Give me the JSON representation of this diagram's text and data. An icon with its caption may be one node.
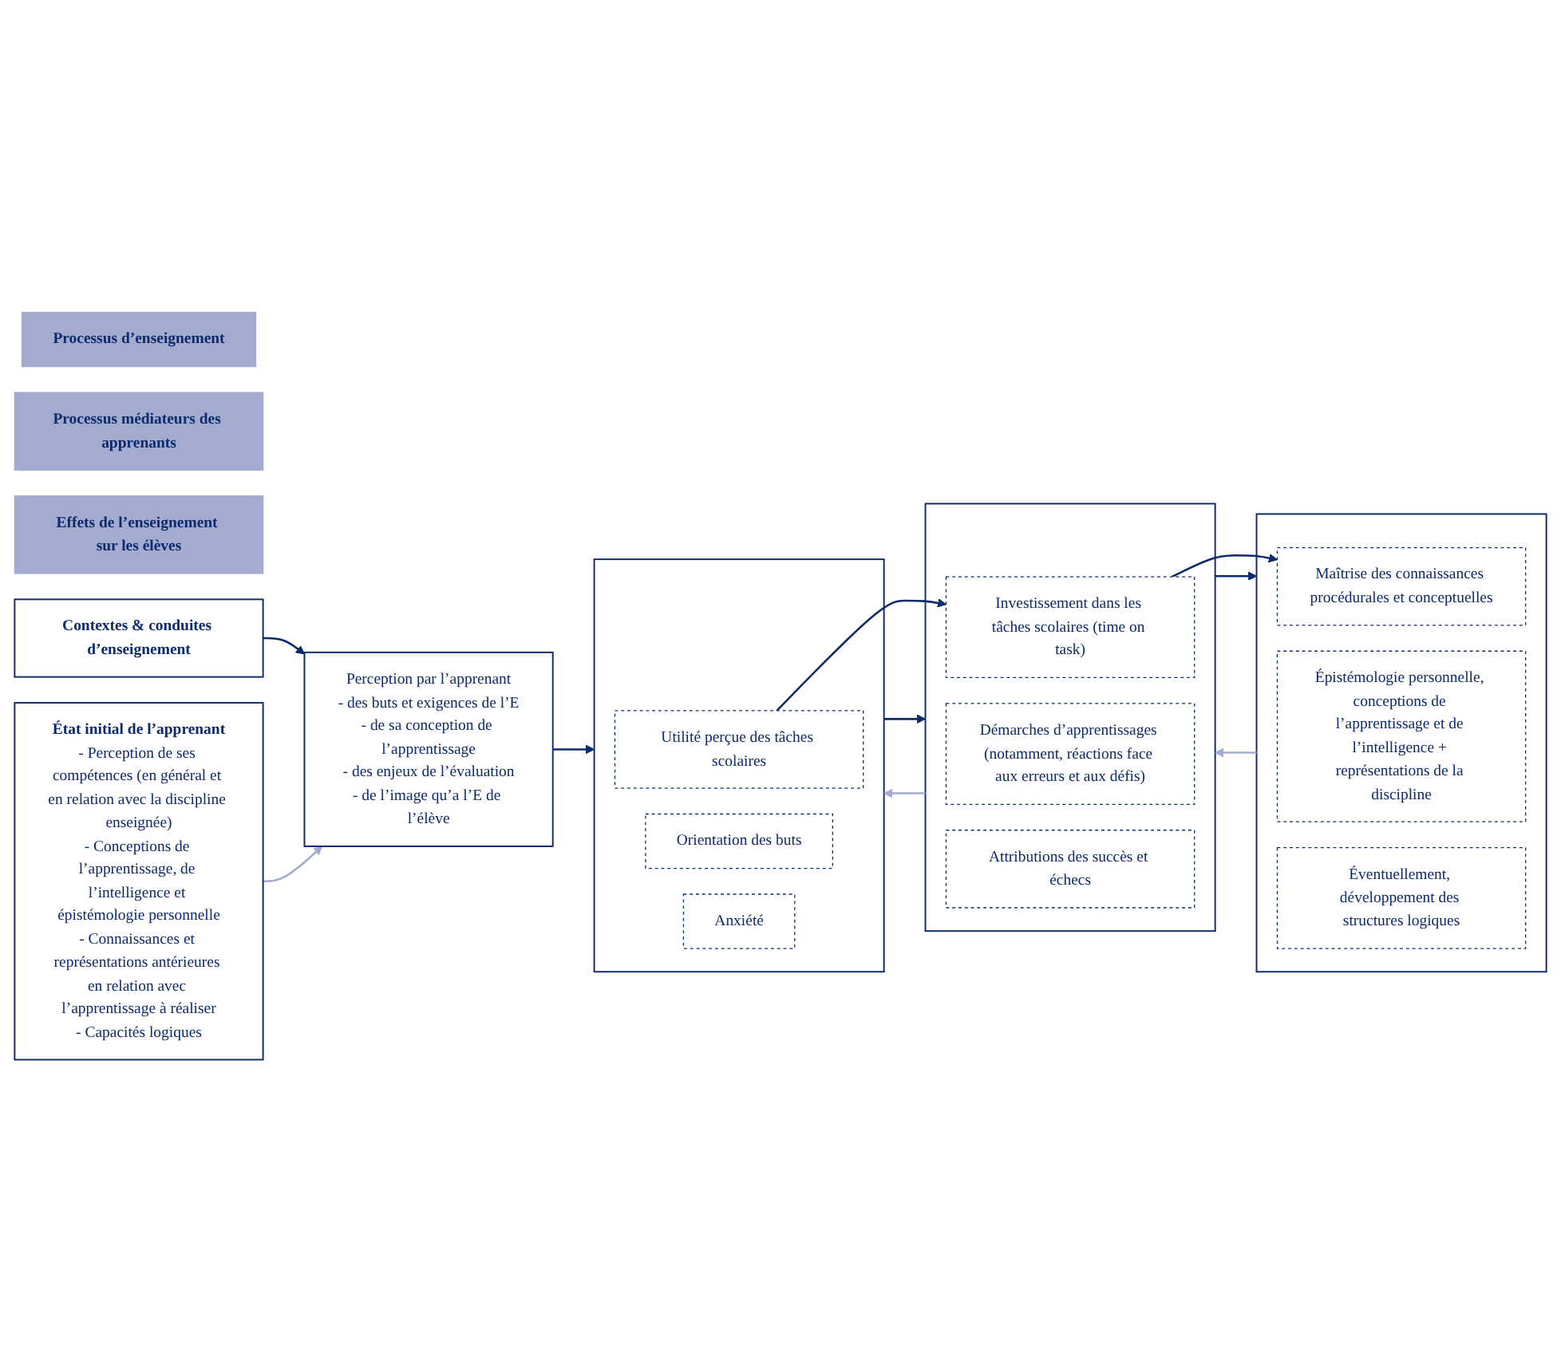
{
  "diagram": {
    "nodes": [
      {
        "text": [
          "Processus d’enseignement"
        ]
      },
      {
        "text": [
          "Processus médiateurs des apprenants"
        ]
      },
      {
        "text": [
          "Effets de l’enseignement sur les élèves"
        ]
      },
      {
        "text": [
          "Contextes & conduites d’enseignement"
        ]
      },
      {
        "text": [
          "Perception par l’apprenant",
          "- des buts et exigences de l’E",
          "- de sa conception de l’apprentissage",
          "- des enjeux de l’évaluation",
          "- de l’image qu’a l’E de l’élève"
        ]
      },
      {
        "text": [],
        "shape": "box"
      },
      {
        "text": [
          "Utilité perçue des tâches scolaires"
        ],
        "in": 5
      },
      {
        "text": [
          "Orientation des buts"
        ],
        "in": 5
      },
      {
        "text": [
          "Anxiété"
        ],
        "in": 5
      },
      {
        "text": [],
        "shape": "box"
      },
      {
        "text": [
          "Investissement dans les tâches scolaires (time on task)"
        ],
        "in": 9
      },
      {
        "text": [
          "Démarches d’apprentissages (notamment, réactions face aux erreurs et aux défis)"
        ],
        "in": 9
      },
      {
        "text": [
          "Attributions des succès et échecs"
        ],
        "in": 9
      },
      {
        "text": [],
        "shape": "box"
      },
      {
        "text": [
          "Maîtrise des connaissances procédurales et conceptuelles"
        ],
        "in": 13
      },
      {
        "text": [
          "Épistémologie personnelle, conceptions de l’apprentissage et de l’intelligence + représentations de la discipline"
        ],
        "in": 13
      },
      {
        "text": [
          "Éventuellement, développement des structures logiques"
        ],
        "in": 13
      },
      {
        "text": [
          "État initial de l’apprenant",
          "- Perception de ses compétences (en général et en relation avec la discipline enseignée)",
          "- Conceptions de l’apprentissage, de l’intelligence et épistémologie personnelle",
          "- Connaissances et représentations antérieures en relation avec l’apprentissage à réaliser",
          "- Capacités logiques"
        ]
      }
    ],
    "edges": [
      {
        "from": 3,
        "to": 4,
        "arrow": "to"
      },
      {
        "from": 4,
        "to": 5,
        "arrow": "to"
      },
      {
        "from": 6,
        "to": 10,
        "arrow": "to"
      },
      {
        "from": 10,
        "to": 14,
        "arrow": "to"
      },
      {
        "from": 5,
        "to": 9,
        "arrow": "to"
      },
      {
        "from": 9,
        "to": 5,
        "arrow": "to",
        "color": "#a3acd0"
      },
      {
        "from": 9,
        "to": 13,
        "arrow": "to"
      },
      {
        "from": 13,
        "to": 9,
        "arrow": "to",
        "color": "#a3acd0"
      },
      {
        "from": 17,
        "to": 4,
        "arrow": "to",
        "color": "#a3acd0"
      }
    ]
  }
}
